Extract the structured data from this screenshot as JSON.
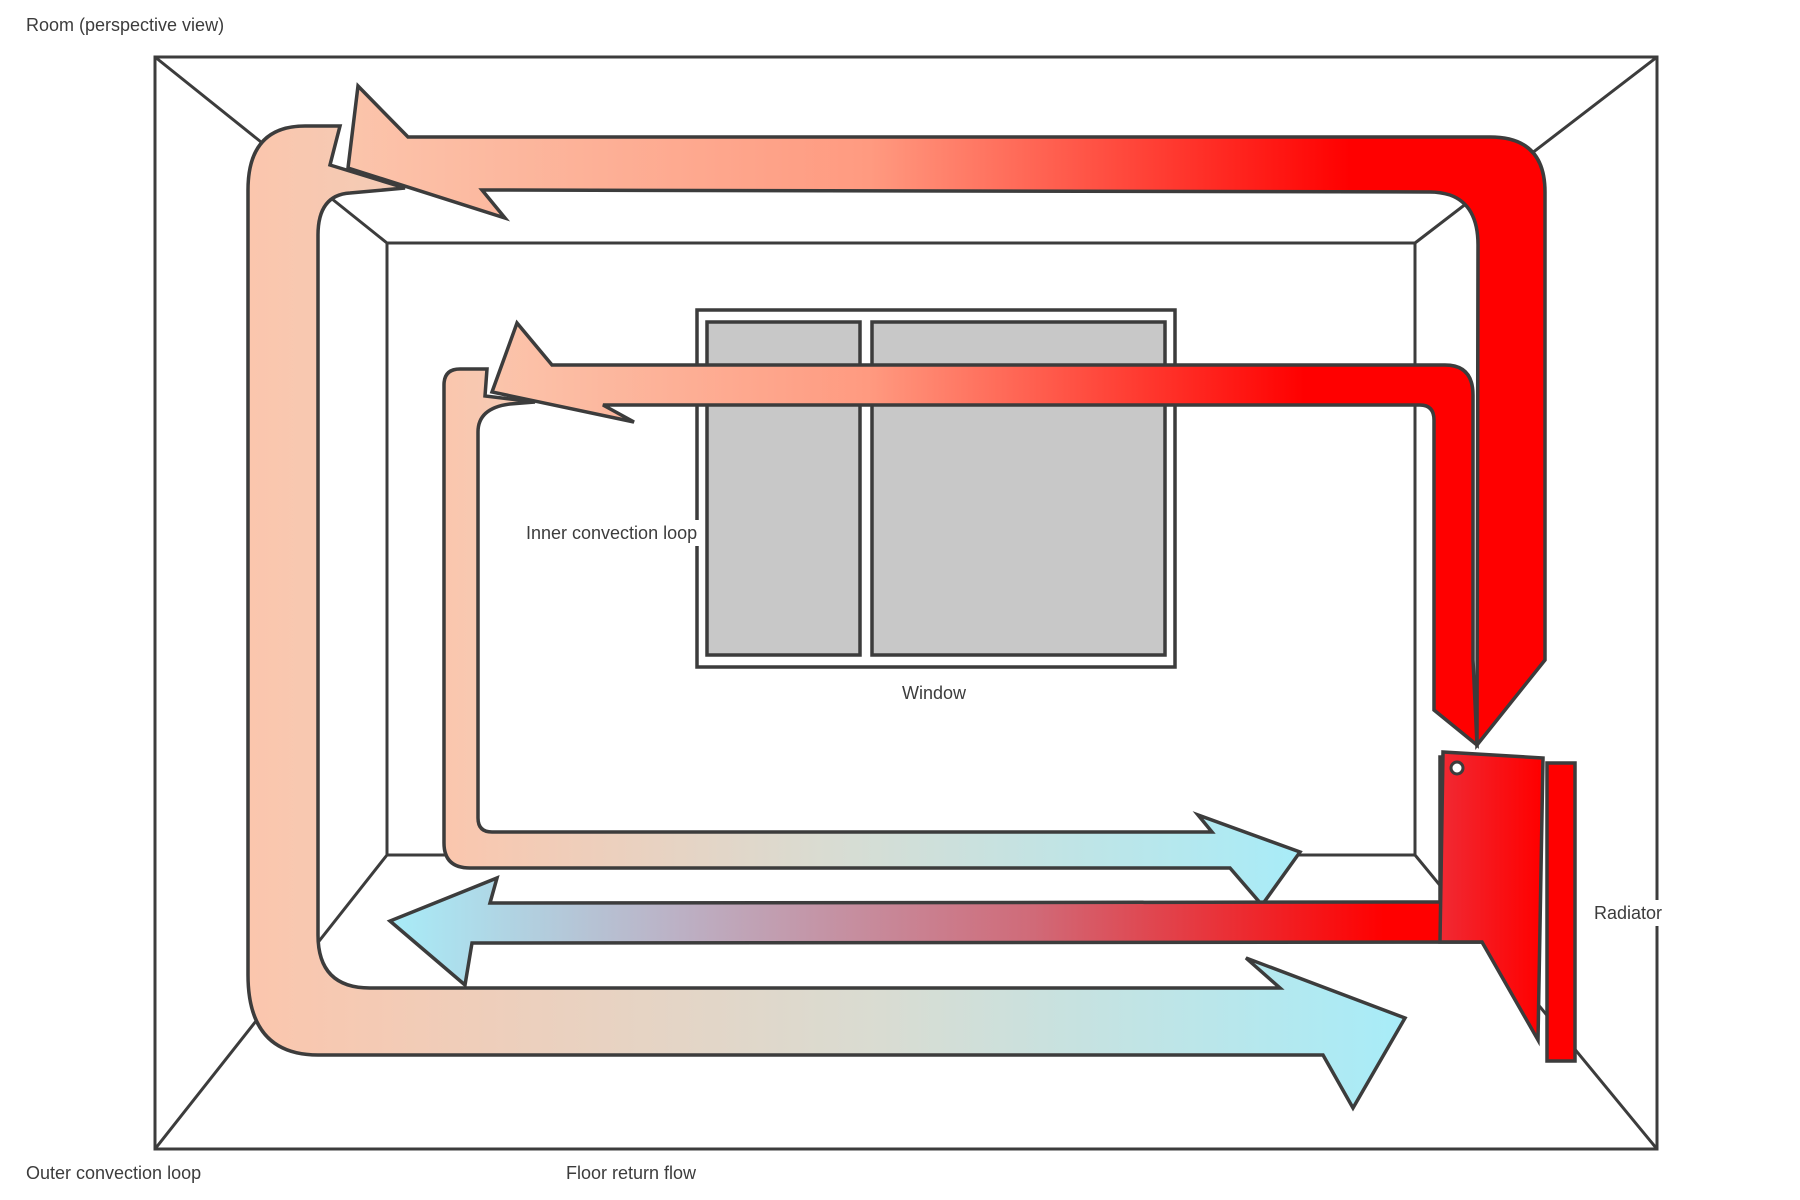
{
  "diagram": {
    "components": [
      {
        "id": "room",
        "label": "Room (perspective view)"
      },
      {
        "id": "window",
        "label": "Window"
      },
      {
        "id": "radiator",
        "label": "Radiator"
      },
      {
        "id": "flow-outer",
        "label": "Outer convection loop"
      },
      {
        "id": "flow-inner",
        "label": "Inner convection loop"
      },
      {
        "id": "flow-return",
        "label": "Floor return flow"
      }
    ],
    "colors": {
      "outline": "#3c3c3c",
      "hot": "#ff0000",
      "warm": "#ff9a80",
      "tepid": "#fbc6ad",
      "neutral": "#d9dcd2",
      "cool": "#a8ecf8",
      "glass": "#c8c8c8",
      "radiator": "#ff0000",
      "background": "#ffffff"
    }
  }
}
